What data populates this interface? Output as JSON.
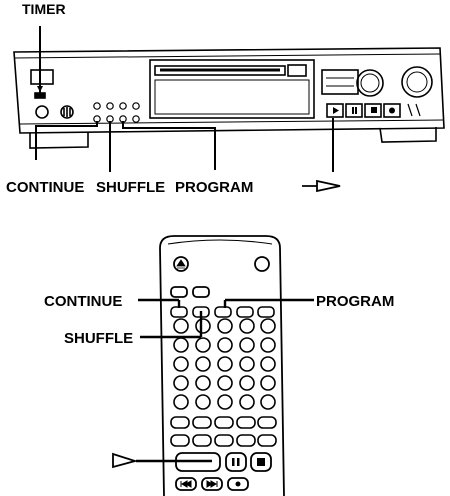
{
  "labels": {
    "timer": "TIMER",
    "continue_deck": "CONTINUE",
    "shuffle_deck": "SHUFFLE",
    "program_deck": "PROGRAM",
    "continue_remote": "CONTINUE",
    "shuffle_remote": "SHUFFLE",
    "program_remote": "PROGRAM"
  },
  "icons": {
    "play_deck": "play-triangle-outline-icon",
    "play_remote": "play-triangle-outline-icon",
    "eject": "eject-icon",
    "pause": "pause-icon",
    "stop": "stop-icon"
  }
}
